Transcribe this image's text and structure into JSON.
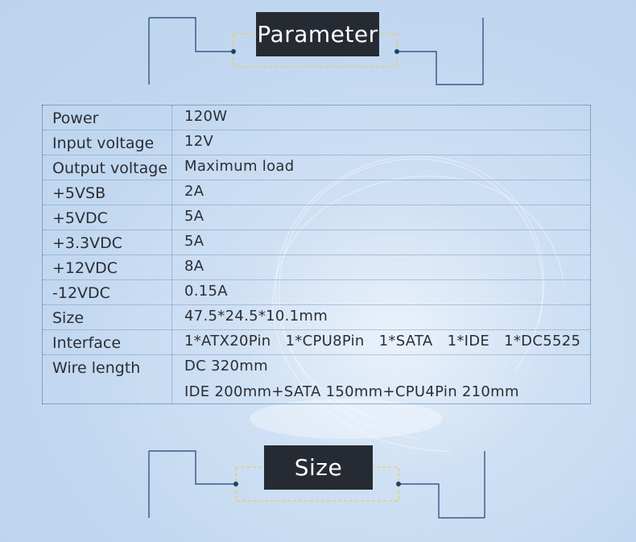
{
  "headings": {
    "parameter": "Parameter",
    "size": "Size"
  },
  "specs": [
    {
      "label": "Power",
      "value": "120W"
    },
    {
      "label": "Input voltage",
      "value": "12V"
    },
    {
      "label": "Output voltage",
      "value": "Maximum load"
    },
    {
      "label": "+5VSB",
      "value": "2A"
    },
    {
      "label": "+5VDC",
      "value": "5A"
    },
    {
      "label": "+3.3VDC",
      "value": "5A"
    },
    {
      "label": "+12VDC",
      "value": "8A"
    },
    {
      "label": "-12VDC",
      "value": "0.15A"
    },
    {
      "label": "Size",
      "value": "47.5*24.5*10.1mm"
    },
    {
      "label": "Interface",
      "value": "1*ATX20Pin   1*CPU8Pin   1*SATA   1*IDE   1*DC5525"
    },
    {
      "label": "Wire length",
      "value": "DC 320mm",
      "value2": "IDE 200mm+SATA 150mm+CPU4Pin 210mm"
    }
  ],
  "colors": {
    "heading_bg": "#262b33",
    "heading_text": "#ffffff",
    "line": "#1f3f73",
    "dash_accent": "#f2c75a"
  }
}
